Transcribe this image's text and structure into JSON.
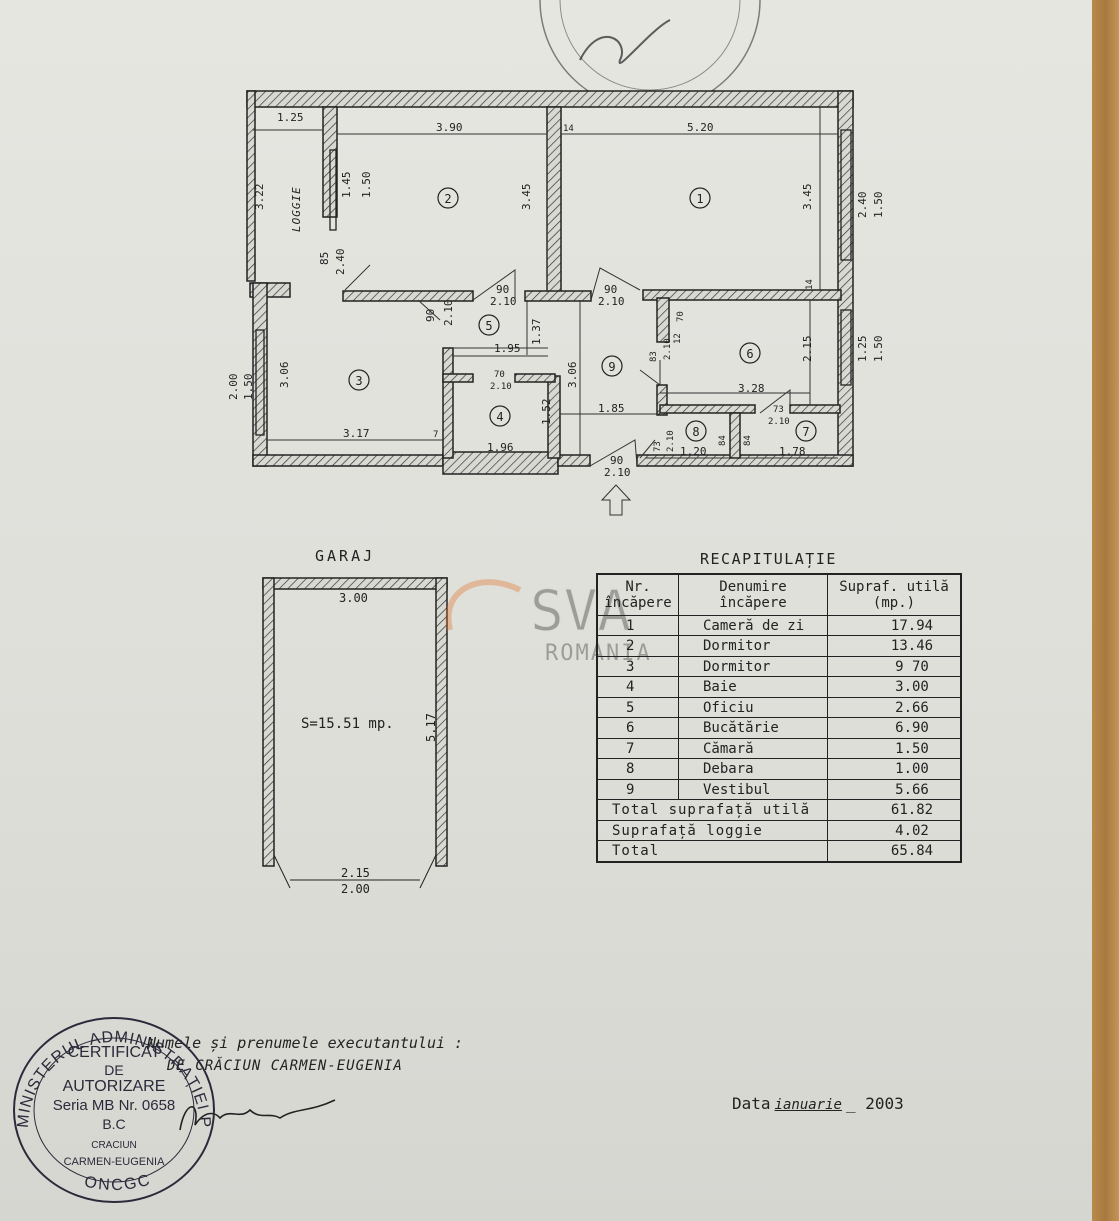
{
  "rooms": [
    {
      "num": "1",
      "name": "Cameră de zi",
      "area": "17.94"
    },
    {
      "num": "2",
      "name": "Dormitor",
      "area": "13.46"
    },
    {
      "num": "3",
      "name": "Dormitor",
      "area": "9 70"
    },
    {
      "num": "4",
      "name": "Baie",
      "area": "3.00"
    },
    {
      "num": "5",
      "name": "Oficiu",
      "area": "2.66"
    },
    {
      "num": "6",
      "name": "Bucătărie",
      "area": "6.90"
    },
    {
      "num": "7",
      "name": "Cămară",
      "area": "1.50"
    },
    {
      "num": "8",
      "name": "Debara",
      "area": "1.00"
    },
    {
      "num": "9",
      "name": "Vestibul",
      "area": "5.66"
    }
  ],
  "recap": {
    "title": "RECAPITULAȚIE",
    "col1": "Nr. încăpere",
    "col2": "Denumire încăpere",
    "col3": "Supraf. utilă (mp.)",
    "totals": [
      {
        "label": "Total suprafață utilă",
        "value": "61.82"
      },
      {
        "label": "Suprafață loggie",
        "value": "4.02"
      },
      {
        "label": "Total",
        "value": "65.84"
      }
    ]
  },
  "plan": {
    "loggie": "LOGGIE",
    "dims": {
      "d125": "1.25",
      "d390": "3.90",
      "d14a": "14",
      "d520": "5.20",
      "d322": "3.22",
      "d145": "1.45",
      "d150a": "1.50",
      "d345a": "3.45",
      "d345b": "3.45",
      "d240a": "2.40",
      "d150b": "1.50",
      "d85": "85",
      "d240b": "2.40",
      "d90a": "90",
      "d210a": "2.10",
      "d90b": "90",
      "d210b": "2.10",
      "d14b": "14",
      "d90c": "90",
      "d210c": "2.10",
      "d137": "1.37",
      "d70a": "70",
      "d195": "1.95",
      "d83": "83",
      "d210d": "2.10",
      "d12": "12",
      "d215": "2.15",
      "d125b": "1.25",
      "d150c": "1.50",
      "d200": "2.00",
      "d150d": "1.50",
      "d306a": "3.06",
      "d70b": "70",
      "d210e": "2.10",
      "d306b": "3.06",
      "d152": "1.52",
      "d185": "1.85",
      "d328": "3.28",
      "d73a": "73",
      "d210f": "2.10",
      "d317": "3.17",
      "d7": "7",
      "d196": "1.96",
      "d73b": "73",
      "d210g": "2.10",
      "d120": "1.20",
      "d84a": "84",
      "d84b": "84",
      "d178": "1.78",
      "d90d": "90",
      "d210h": "2.10"
    }
  },
  "garage": {
    "title": "GARAJ",
    "width": "3.00",
    "length": "5.17",
    "area": "S=15.51 mp.",
    "door_top": "2.15",
    "door_bottom": "2.00"
  },
  "footer": {
    "exec_label": "Numele și prenumele executantului :",
    "exec_name": "CARMEN-EUGENIA",
    "exec_prefix": "CRĂCIUN",
    "date_label": "Data",
    "date_month": "ianuarie",
    "date_year": "2003"
  },
  "stamp": {
    "ring_top": "MINISTERUL ADMINISTRAȚIEI PUBLICE",
    "ring_bottom": "ONCGC",
    "line1": "CERTIFICAT",
    "line2": "DE",
    "line3": "AUTORIZARE",
    "line4": "Seria MB Nr. 0658",
    "line5": "B.C",
    "line6": "CRACIUN",
    "line7": "CARMEN-EUGENIA"
  },
  "watermark": {
    "brand": "SVA",
    "country": "ROMANIA"
  }
}
